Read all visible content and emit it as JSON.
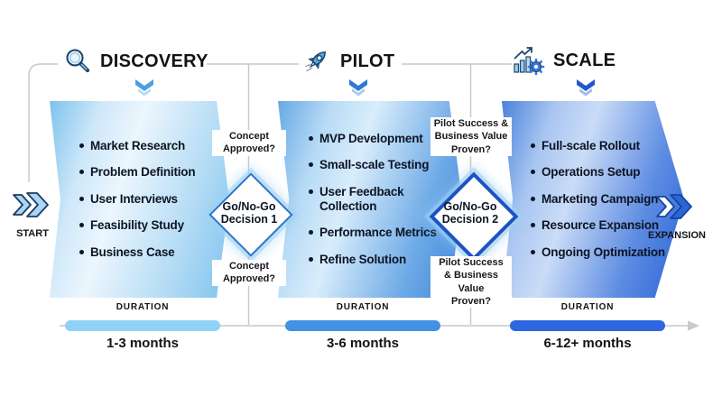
{
  "diagram": {
    "endpoints": {
      "start_label": "START",
      "end_label": "EXPANSION"
    },
    "colors": {
      "discovery_accent": "#7fc3ed",
      "pilot_accent": "#3e85d8",
      "scale_accent": "#2b62d8",
      "discovery_bar": "#8ed2f6",
      "pilot_bar": "#4291e2",
      "scale_bar": "#2e66e0",
      "decision_border_1": "#2d73c8",
      "decision_border_2": "#1d52c4",
      "connector_line": "#c7c9cc",
      "text": "#0d1524"
    }
  },
  "phases": [
    {
      "title": "DISCOVERY",
      "icon": "magnifier-icon",
      "bullets": [
        "Market Research",
        "Problem Definition",
        "User Interviews",
        "Feasibility Study",
        "Business Case"
      ],
      "duration_heading": "DURATION",
      "duration_value": "1-3 months"
    },
    {
      "title": "PILOT",
      "icon": "rocket-icon",
      "bullets": [
        "MVP Development",
        "Small-scale Testing",
        "User Feedback Collection",
        "Performance Metrics",
        "Refine Solution"
      ],
      "duration_heading": "DURATION",
      "duration_value": "3-6 months"
    },
    {
      "title": "SCALE",
      "icon": "growth-gear-icon",
      "bullets": [
        "Full-scale Rollout",
        "Operations Setup",
        "Marketing Campaign",
        "Resource Expansion",
        "Ongoing Optimization"
      ],
      "duration_heading": "DURATION",
      "duration_value": "6-12+ months"
    }
  ],
  "decisions": [
    {
      "label_line1": "Go/No-Go",
      "label_line2": "Decision 1",
      "question_top": [
        "Concept",
        "Approved?"
      ],
      "question_bottom": [
        "Concept",
        "Approved?"
      ]
    },
    {
      "label_line1": "Go/No-Go",
      "label_line2": "Decision 2",
      "question_top": [
        "Pilot Success &",
        "Business Value",
        "Proven?"
      ],
      "question_bottom": [
        "Pilot Success",
        "& Business Value",
        "Proven?"
      ]
    }
  ]
}
